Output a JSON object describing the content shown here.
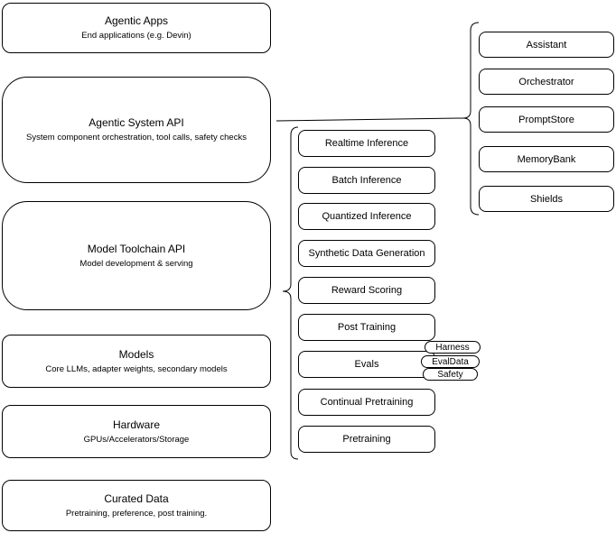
{
  "left_column": [
    {
      "title": "Agentic Apps",
      "subtitle": "End applications (e.g. Devin)"
    },
    {
      "title": "Agentic System API",
      "subtitle": "System component orchestration, tool calls, safety checks"
    },
    {
      "title": "Model Toolchain API",
      "subtitle": "Model development & serving"
    },
    {
      "title": "Models",
      "subtitle": "Core LLMs, adapter weights, secondary models"
    },
    {
      "title": "Hardware",
      "subtitle": "GPUs/Accelerators/Storage"
    },
    {
      "title": "Curated Data",
      "subtitle": "Pretraining, preference, post training."
    }
  ],
  "toolchain_components": [
    "Realtime Inference",
    "Batch Inference",
    "Quantized Inference",
    "Synthetic Data Generation",
    "Reward Scoring",
    "Post Training",
    "Evals",
    "Continual Pretraining",
    "Pretraining"
  ],
  "evals_tags": [
    "Harness",
    "EvalData",
    "Safety"
  ],
  "system_components": [
    "Assistant",
    "Orchestrator",
    "PromptStore",
    "MemoryBank",
    "Shields"
  ],
  "colors": {
    "stroke": "#000000",
    "background": "#ffffff"
  }
}
